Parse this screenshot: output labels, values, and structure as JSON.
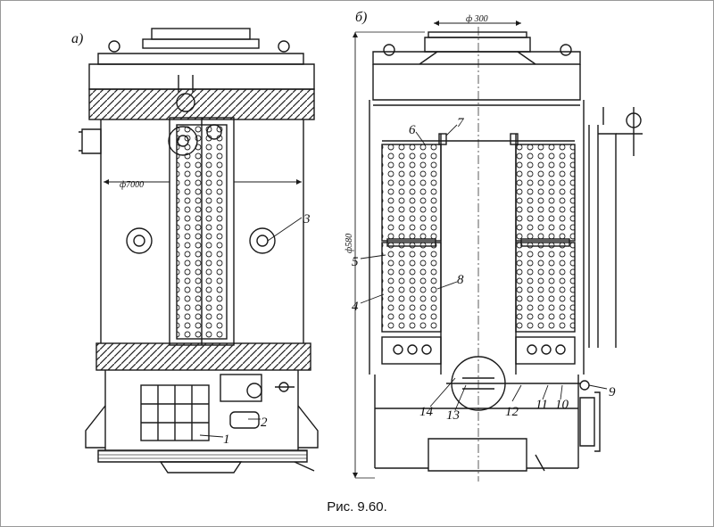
{
  "views": {
    "a": {
      "label": "а)",
      "dimension": "ф7000"
    },
    "b": {
      "label": "б)",
      "dimension_top": "ф 300",
      "dimension_side": "ф580"
    }
  },
  "callouts": {
    "c1": "1",
    "c2": "2",
    "c3": "3",
    "c4": "4",
    "c5": "5",
    "c6": "6",
    "c7": "7",
    "c8": "8",
    "c9": "9",
    "c10": "10",
    "c11": "11",
    "c12": "12",
    "c13": "13",
    "c14": "14"
  },
  "caption": "Рис. 9.60.",
  "colors": {
    "ink": "#1a1a1a",
    "background": "#ffffff"
  }
}
